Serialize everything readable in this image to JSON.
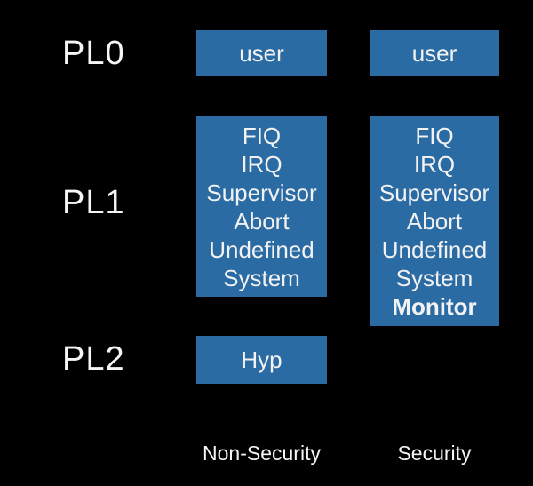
{
  "diagram": {
    "colors": {
      "background": "#000000",
      "box_fill": "#2b6ba4",
      "box_text": "#f2f2f2",
      "label_text": "#f5f5f5"
    },
    "privilege_levels": [
      {
        "id": "pl0",
        "label": "PL0"
      },
      {
        "id": "pl1",
        "label": "PL1"
      },
      {
        "id": "pl2",
        "label": "PL2"
      }
    ],
    "columns": [
      {
        "id": "non_security",
        "label": "Non-Security"
      },
      {
        "id": "security",
        "label": "Security"
      }
    ],
    "boxes": {
      "pl0_non_security": {
        "modes": [
          {
            "text": "user",
            "bold": false
          }
        ]
      },
      "pl0_security": {
        "modes": [
          {
            "text": "user",
            "bold": false
          }
        ]
      },
      "pl1_non_security": {
        "modes": [
          {
            "text": "FIQ",
            "bold": false
          },
          {
            "text": "IRQ",
            "bold": false
          },
          {
            "text": "Supervisor",
            "bold": false
          },
          {
            "text": "Abort",
            "bold": false
          },
          {
            "text": "Undefined",
            "bold": false
          },
          {
            "text": "System",
            "bold": false
          }
        ]
      },
      "pl1_security": {
        "modes": [
          {
            "text": "FIQ",
            "bold": false
          },
          {
            "text": "IRQ",
            "bold": false
          },
          {
            "text": "Supervisor",
            "bold": false
          },
          {
            "text": "Abort",
            "bold": false
          },
          {
            "text": "Undefined",
            "bold": false
          },
          {
            "text": "System",
            "bold": false
          },
          {
            "text": "Monitor",
            "bold": true
          }
        ]
      },
      "pl2_non_security": {
        "modes": [
          {
            "text": "Hyp",
            "bold": false
          }
        ]
      }
    }
  }
}
